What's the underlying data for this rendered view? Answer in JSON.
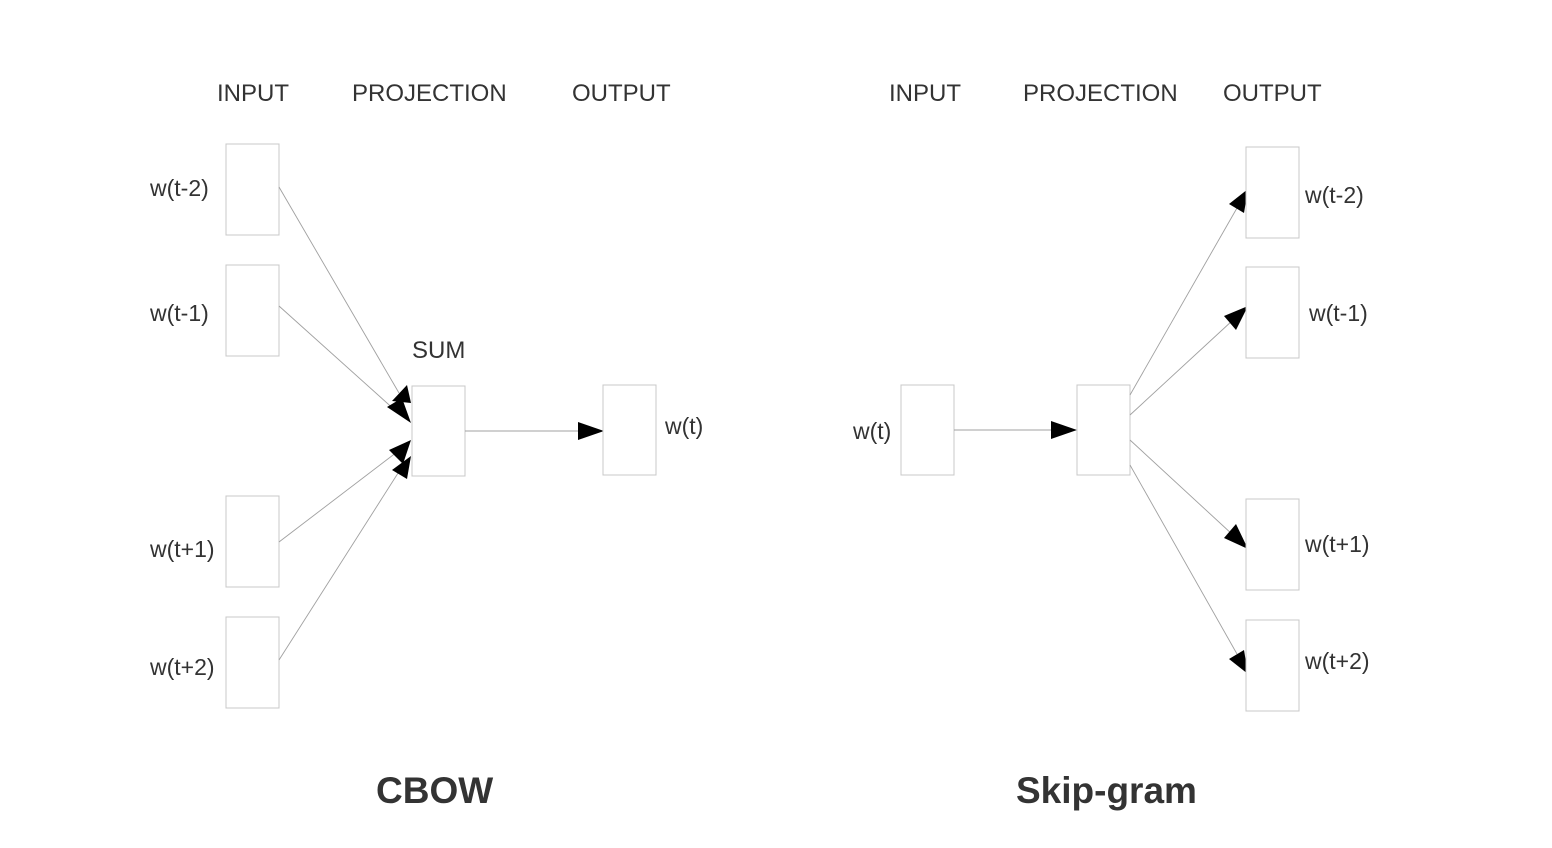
{
  "cbow": {
    "headers": {
      "input": "INPUT",
      "projection": "PROJECTION",
      "output": "OUTPUT"
    },
    "sum_label": "SUM",
    "inputs": [
      "w(t-2)",
      "w(t-1)",
      "w(t+1)",
      "w(t+2)"
    ],
    "output": "w(t)",
    "title": "CBOW"
  },
  "skipgram": {
    "headers": {
      "input": "INPUT",
      "projection": "PROJECTION",
      "output": "OUTPUT"
    },
    "input": "w(t)",
    "outputs": [
      "w(t-2)",
      "w(t-1)",
      "w(t+1)",
      "w(t+2)"
    ],
    "title": "Skip-gram"
  }
}
